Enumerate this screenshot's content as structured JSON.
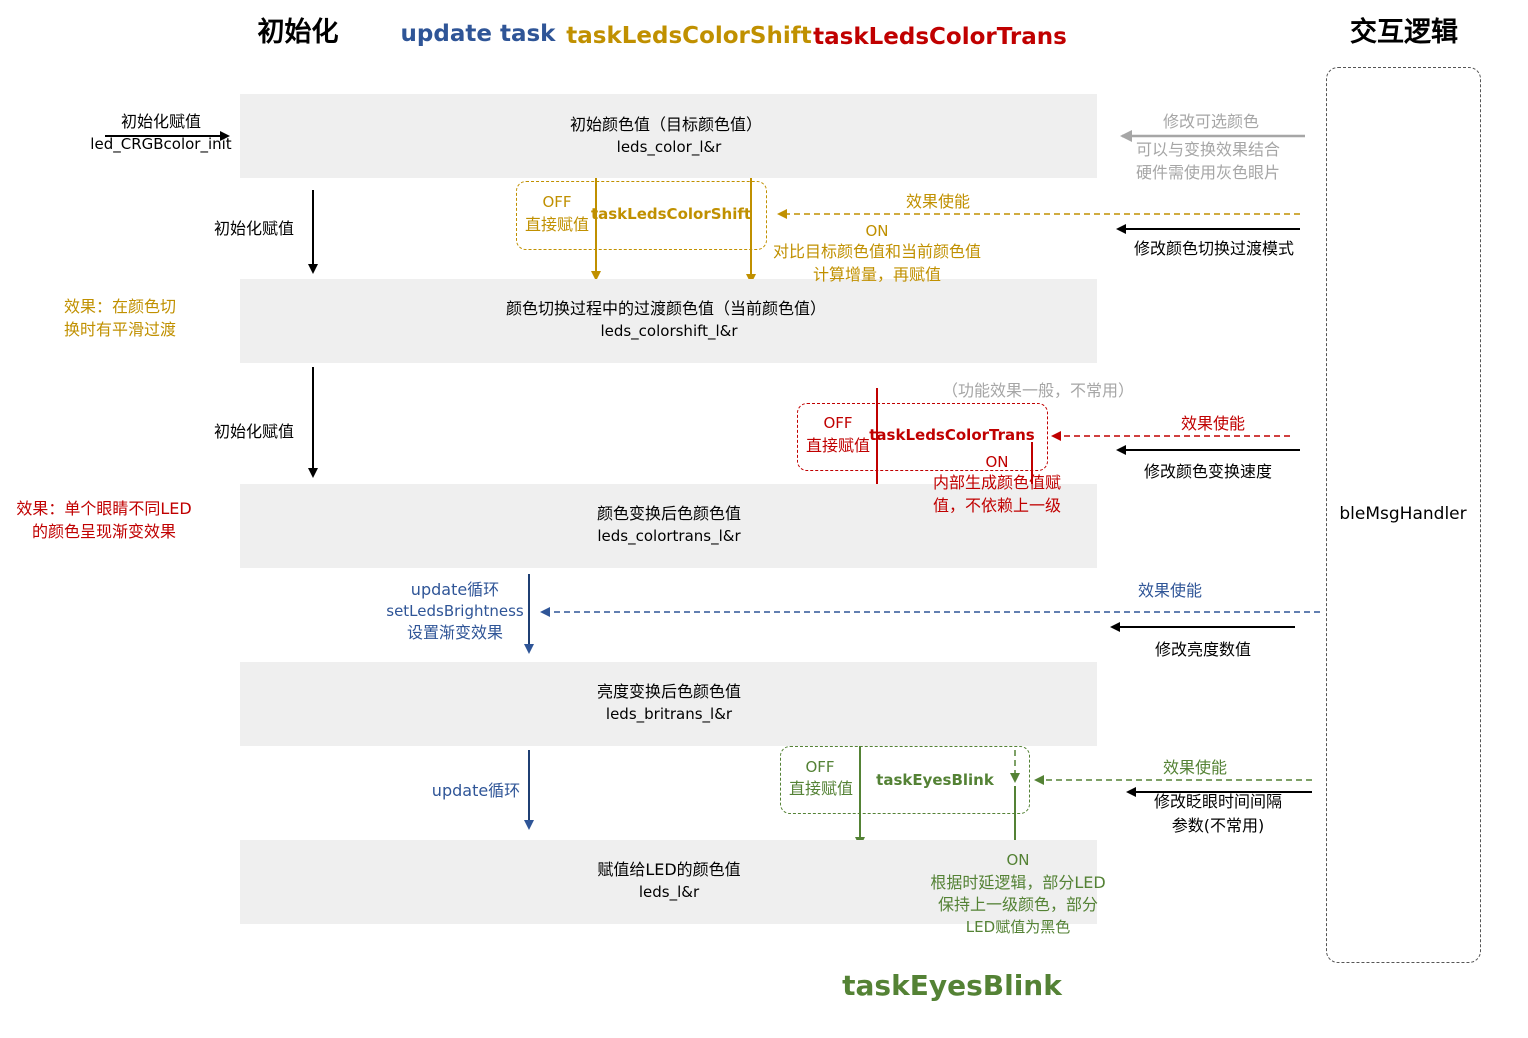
{
  "headers": {
    "init": "初始化",
    "update_task": "update task",
    "color_shift": "taskLedsColorShift",
    "color_trans": "taskLedsColorTrans",
    "interaction": "交互逻辑",
    "eyes_blink": "taskEyesBlink"
  },
  "stages": [
    {
      "title": "初始颜色值（目标颜色值）",
      "var": "leds_color_l&r"
    },
    {
      "title": "颜色切换过程中的过渡颜色值（当前颜色值）",
      "var": "leds_colorshift_l&r"
    },
    {
      "title": "颜色变换后色颜色值",
      "var": "leds_colortrans_l&r"
    },
    {
      "title": "亮度变换后色颜色值",
      "var": "leds_britrans_l&r"
    },
    {
      "title": "赋值给LED的颜色值",
      "var": "leds_l&r"
    }
  ],
  "init_labels": {
    "init_assign": "初始化赋值",
    "init_fn": "led_CRGBcolor_init",
    "assign_1": "初始化赋值",
    "assign_2": "初始化赋值"
  },
  "effects": {
    "shift": [
      "效果：在颜色切",
      "换时有平滑过渡"
    ],
    "trans": [
      "效果：单个眼睛不同LED",
      "的颜色呈现渐变效果"
    ]
  },
  "shift_task": {
    "off": "OFF",
    "direct": "直接赋值",
    "name": "taskLedsColorShift",
    "on": "ON",
    "on_desc": [
      "对比目标颜色值和当前颜色值",
      "计算增量，再赋值"
    ],
    "enable": "效果使能",
    "mode_msg": "修改颜色切换过渡模式"
  },
  "trans_task": {
    "note": "（功能效果一般，不常用）",
    "off": "OFF",
    "direct": "直接赋值",
    "name": "taskLedsColorTrans",
    "on": "ON",
    "on_desc": [
      "内部生成颜色值赋",
      "值，不依赖上一级"
    ],
    "enable": "效果使能",
    "speed_msg": "修改颜色变换速度"
  },
  "update_labels": {
    "loop_title": "update循环",
    "fn": "setLedsBrightness",
    "fn_desc": "设置渐变效果",
    "loop2": "update循环",
    "enable": "效果使能",
    "brightness_msg": "修改亮度数值"
  },
  "blink_task": {
    "off": "OFF",
    "direct": "直接赋值",
    "name": "taskEyesBlink",
    "on": "ON",
    "on_desc": [
      "根据时延逻辑，部分LED",
      "保持上一级颜色，部分",
      "LED赋值为黑色"
    ],
    "enable": "效果使能",
    "interval_msg": [
      "修改眨眼时间间隔",
      "参数(不常用)"
    ]
  },
  "optional_color": {
    "title": "修改可选颜色",
    "desc": [
      "可以与变换效果结合",
      "硬件需使用灰色眼片"
    ]
  },
  "handler": "bleMsgHandler",
  "colors": {
    "gold": "#C09000",
    "red": "#C00000",
    "navy": "#2F5597",
    "green": "#548235",
    "gray": "#A6A6A6",
    "box": "#EFEFEF"
  }
}
